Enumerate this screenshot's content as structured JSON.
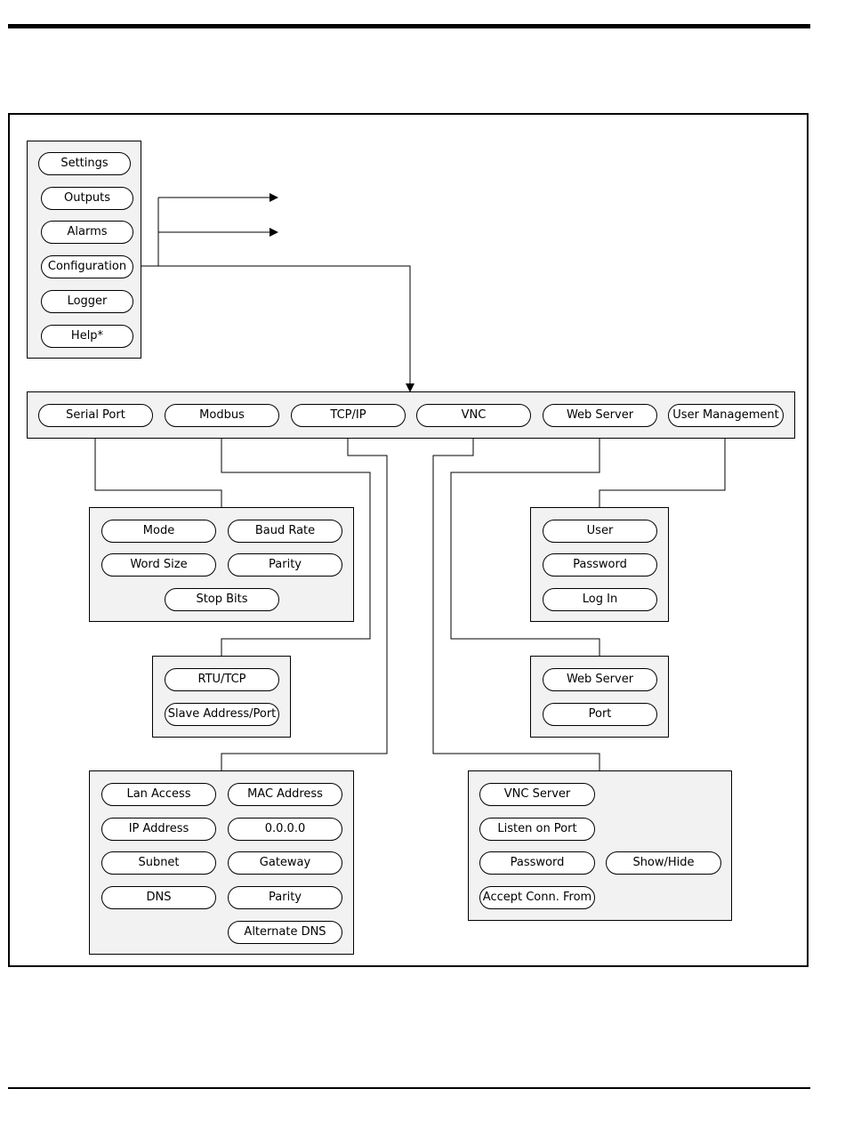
{
  "main_menu": [
    "Settings",
    "Outputs",
    "Alarms",
    "Configuration",
    "Logger",
    "Help*"
  ],
  "config_tabs": [
    "Serial Port",
    "Modbus",
    "TCP/IP",
    "VNC",
    "Web Server",
    "User Management"
  ],
  "serial_port": {
    "mode": "Mode",
    "baud_rate": "Baud Rate",
    "word_size": "Word Size",
    "parity": "Parity",
    "stop_bits": "Stop Bits"
  },
  "user_management": [
    "User",
    "Password",
    "Log In"
  ],
  "modbus": [
    "RTU/TCP",
    "Slave Address/Port"
  ],
  "web_server": [
    "Web Server",
    "Port"
  ],
  "tcpip": {
    "lan_access": "Lan Access",
    "mac_address": "MAC Address",
    "ip_address": "IP Address",
    "mac_value": "0.0.0.0",
    "subnet": "Subnet",
    "gateway": "Gateway",
    "dns": "DNS",
    "parity": "Parity",
    "alternate_dns": "Alternate DNS"
  },
  "vnc": {
    "vnc_server": "VNC Server",
    "listen_on_port": "Listen on Port",
    "password": "Password",
    "show_hide": "Show/Hide",
    "accept_conn_from": "Accept Conn. From"
  }
}
